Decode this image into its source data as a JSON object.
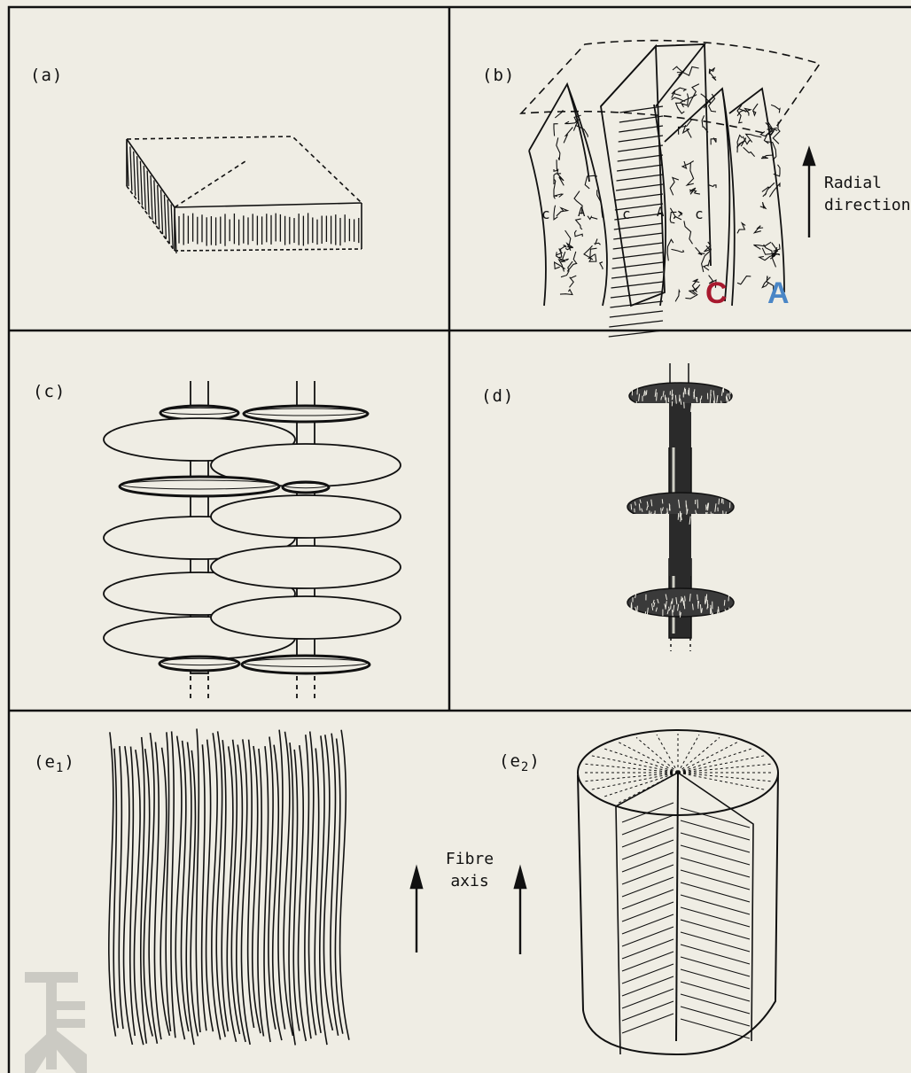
{
  "panels": {
    "a": {
      "label": "(a)"
    },
    "b": {
      "label": "(b)",
      "layer_c": "c",
      "layer_a": "A",
      "radial_line1": "Radial",
      "radial_line2": "direction",
      "overlay_c": "C",
      "overlay_a": "A"
    },
    "c": {
      "label": "(c)"
    },
    "d": {
      "label": "(d)"
    },
    "e1": {
      "label_main": "(e",
      "label_sub": "1",
      "label_end": ")"
    },
    "e2": {
      "label_main": "(e",
      "label_sub": "2",
      "label_end": ")"
    },
    "fibre_axis": {
      "line1": "Fibre",
      "line2": "axis"
    }
  },
  "colors": {
    "background": "#efede4",
    "ink": "#111111",
    "overlay_c": "#a8192e",
    "overlay_a": "#4a86c6"
  },
  "watermark": {
    "icon": "logo-watermark-icon"
  }
}
